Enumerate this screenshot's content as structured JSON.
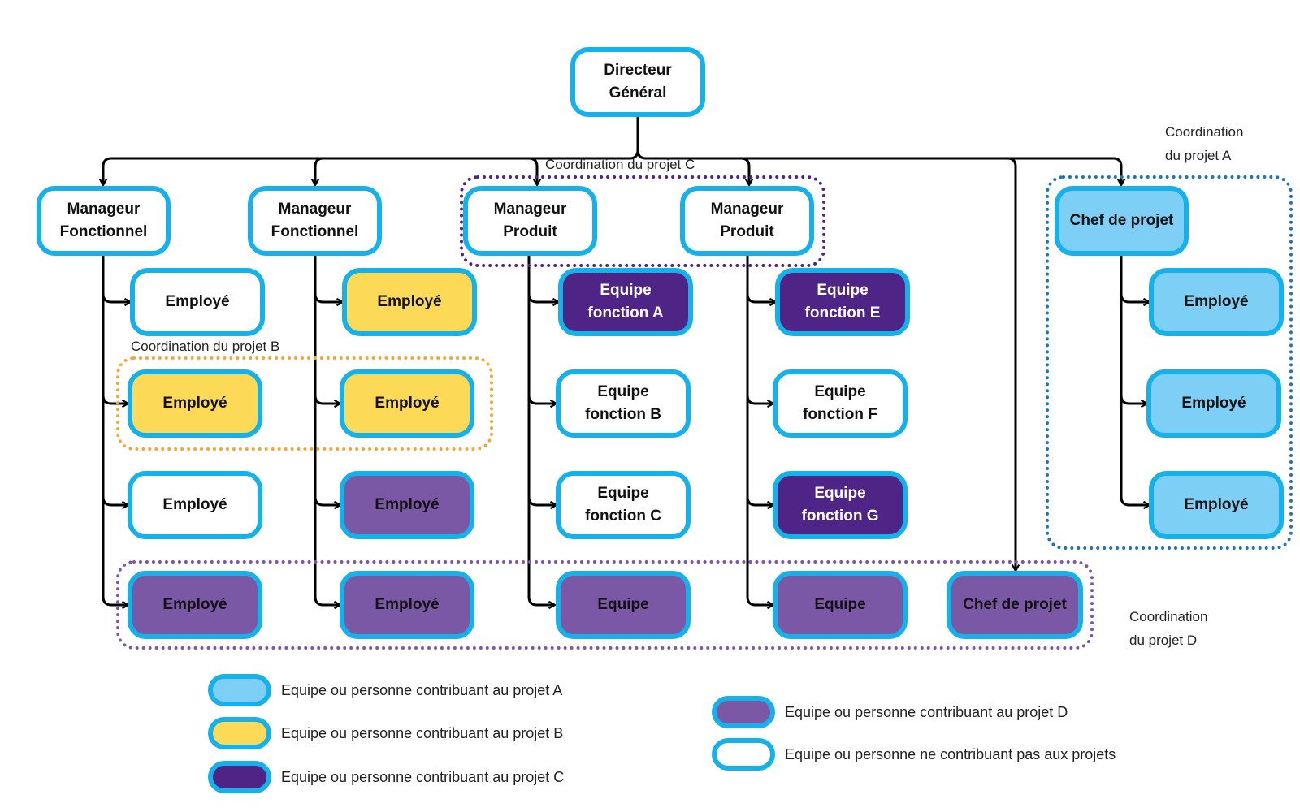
{
  "colors": {
    "border": "#14b1ea",
    "project_a": "#7dcff5",
    "project_b": "#fcd957",
    "project_c": "#4e2486",
    "project_d": "#7b58a6",
    "none": "#ffffff",
    "group_a": "#1b75bb",
    "group_b": "#f7a62c",
    "group_c": "#4e2486",
    "group_d": "#7b58a6",
    "connector": "#000000"
  },
  "nodes": {
    "ceo": {
      "label": "Directeur\nGénéral",
      "project": "none"
    },
    "mf1": {
      "label": "Manageur\nFonctionnel",
      "project": "none"
    },
    "mf2": {
      "label": "Manageur\nFonctionnel",
      "project": "none"
    },
    "mp1": {
      "label": "Manageur\nProduit",
      "project": "none"
    },
    "mp2": {
      "label": "Manageur\nProduit",
      "project": "none"
    },
    "cpa": {
      "label": "Chef de projet",
      "project": "a"
    },
    "mf1_e1": {
      "label": "Employé",
      "project": "none"
    },
    "mf1_e2": {
      "label": "Employé",
      "project": "b"
    },
    "mf1_e3": {
      "label": "Employé",
      "project": "none"
    },
    "mf1_e4": {
      "label": "Employé",
      "project": "d"
    },
    "mf2_e1": {
      "label": "Employé",
      "project": "b"
    },
    "mf2_e2": {
      "label": "Employé",
      "project": "b"
    },
    "mf2_e3": {
      "label": "Employé",
      "project": "d"
    },
    "mf2_e4": {
      "label": "Employé",
      "project": "d"
    },
    "mp1_a": {
      "label": "Equipe\nfonction A",
      "project": "c"
    },
    "mp1_b": {
      "label": "Equipe\nfonction B",
      "project": "none"
    },
    "mp1_c": {
      "label": "Equipe\nfonction C",
      "project": "none"
    },
    "mp1_d": {
      "label": "Equipe",
      "project": "d"
    },
    "mp2_e": {
      "label": "Equipe\nfonction E",
      "project": "c"
    },
    "mp2_f": {
      "label": "Equipe\nfonction F",
      "project": "none"
    },
    "mp2_g": {
      "label": "Equipe\nfonction G",
      "project": "c"
    },
    "mp2_d": {
      "label": "Equipe",
      "project": "d"
    },
    "cpd": {
      "label": "Chef de projet",
      "project": "d"
    },
    "cpa_e1": {
      "label": "Employé",
      "project": "a"
    },
    "cpa_e2": {
      "label": "Employé",
      "project": "a"
    },
    "cpa_e3": {
      "label": "Employé",
      "project": "a"
    }
  },
  "groups": {
    "a": "Coordination\ndu projet A",
    "b": "Coordination du projet B",
    "c": "Coordination du projet C",
    "d": "Coordination\ndu projet D"
  },
  "legend": [
    {
      "project": "a",
      "text": "Equipe ou personne contribuant au projet A"
    },
    {
      "project": "b",
      "text": "Equipe ou personne contribuant au projet B"
    },
    {
      "project": "c",
      "text": "Equipe ou personne contribuant au projet C"
    },
    {
      "project": "d",
      "text": "Equipe ou personne contribuant au projet D"
    },
    {
      "project": "none",
      "text": "Equipe ou personne ne contribuant pas aux projets"
    }
  ]
}
